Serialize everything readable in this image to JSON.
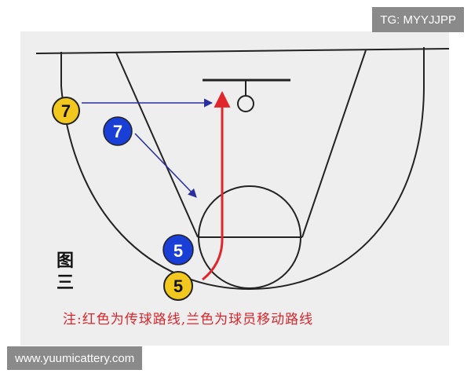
{
  "watermark": {
    "top_right": "TG: MYYJJPP",
    "bottom_url": "www.yuumicattery.com"
  },
  "figure": {
    "label_word": "图",
    "label_number": "三"
  },
  "legend_note": "注:红色为传球路线,兰色为球员移动路线",
  "players": [
    {
      "id": "yellow-7",
      "number": "7",
      "team_color": "#f2c81e"
    },
    {
      "id": "blue-7",
      "number": "7",
      "team_color": "#1a3fd6"
    },
    {
      "id": "blue-5",
      "number": "5",
      "team_color": "#1a3fd6"
    },
    {
      "id": "yellow-5",
      "number": "5",
      "team_color": "#f2c81e"
    }
  ],
  "colors": {
    "pass_route": "#e0262b",
    "move_route": "#2a2fa0",
    "court_lines": "#222222"
  }
}
